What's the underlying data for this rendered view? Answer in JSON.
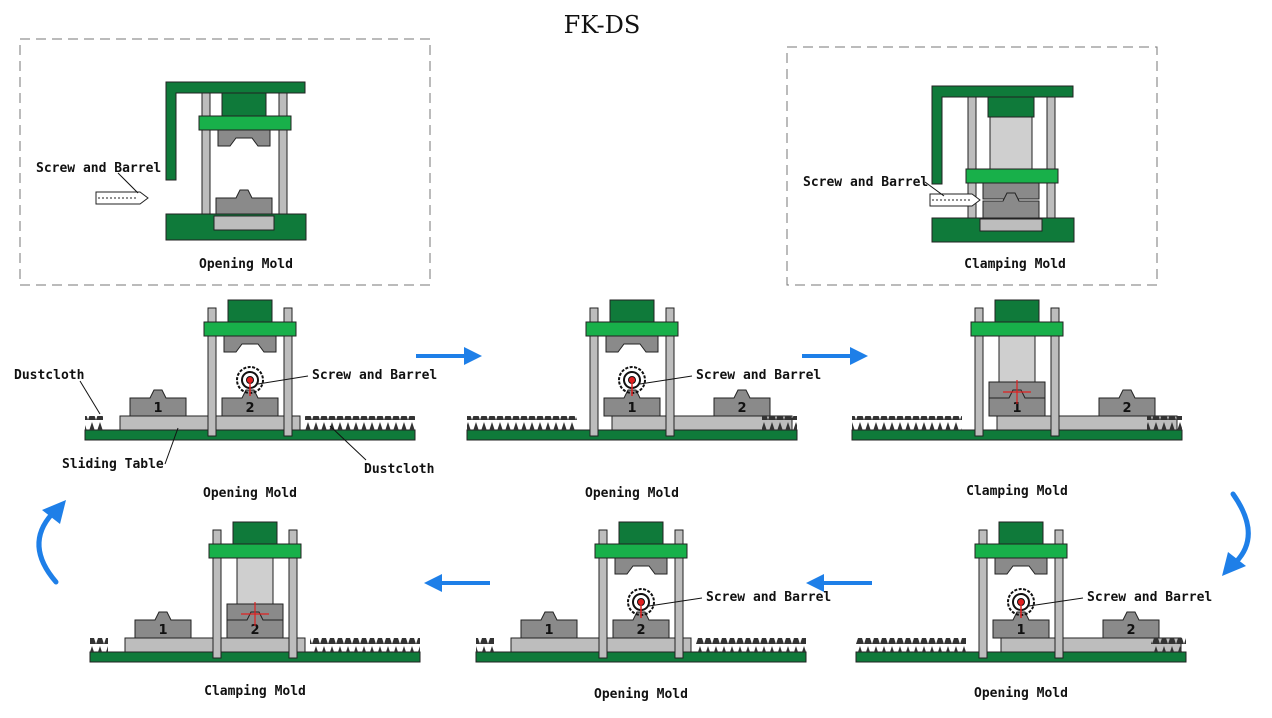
{
  "title": "FK-DS",
  "labels": {
    "screw_barrel": "Screw and Barrel",
    "opening": "Opening Mold",
    "clamping": "Clamping Mold",
    "dustcloth": "Dustcloth",
    "sliding_table": "Sliding Table",
    "mold_1": "1",
    "mold_2": "2"
  },
  "colors": {
    "frame_dark": "#0f7a3a",
    "frame_light": "#18b04a",
    "mold_gray": "#8a8a8a",
    "table_gray": "#bdbdbd",
    "cylinder": "#cfcfcf",
    "arrow_blue": "#1e7fe8",
    "dust": "#333333",
    "marker_red": "#e02020"
  },
  "icons": [
    "right-arrow-icon",
    "left-arrow-icon",
    "curved-arrow-icon",
    "screw-barrel-icon",
    "crosshair-icon"
  ]
}
